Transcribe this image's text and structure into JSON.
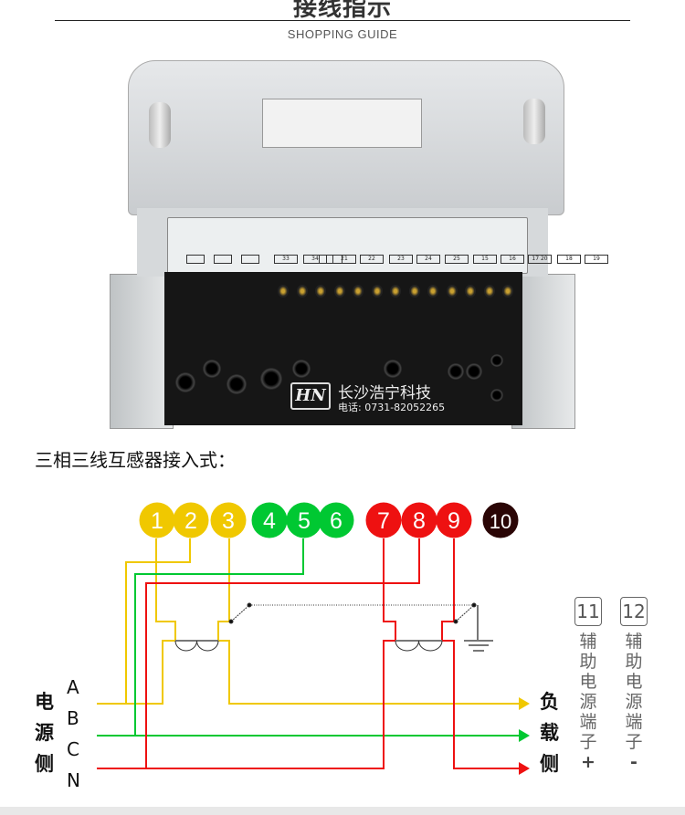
{
  "header": {
    "title": "接线指示",
    "subtitle": "SHOPPING GUIDE"
  },
  "photo": {
    "watermark": {
      "logo": "HN",
      "company": "长沙浩宁科技",
      "phone": "电话: 0731-82052265"
    },
    "terminal_numbers": [
      "33",
      "34",
      "",
      "21",
      "22",
      "23",
      "24",
      "25",
      "15",
      "16",
      "17 20",
      "18",
      "19"
    ]
  },
  "diagram": {
    "heading": "三相三线互感器接入式：",
    "terminals": [
      {
        "n": "1",
        "color": "#f0c800"
      },
      {
        "n": "2",
        "color": "#f0c800"
      },
      {
        "n": "3",
        "color": "#f0c800"
      },
      {
        "n": "4",
        "color": "#00c832"
      },
      {
        "n": "5",
        "color": "#00c832"
      },
      {
        "n": "6",
        "color": "#00c832"
      },
      {
        "n": "7",
        "color": "#ee1111"
      },
      {
        "n": "8",
        "color": "#ee1111"
      },
      {
        "n": "9",
        "color": "#ee1111"
      },
      {
        "n": "10",
        "color": "#2a0505"
      }
    ],
    "source_side": [
      "电",
      "源",
      "侧"
    ],
    "phases": [
      "A",
      "B",
      "C",
      "N"
    ],
    "load_side": [
      "负",
      "载",
      "侧"
    ],
    "aux": [
      {
        "n": "11",
        "label": [
          "辅",
          "助",
          "电",
          "源",
          "端",
          "子"
        ],
        "sign": "+"
      },
      {
        "n": "12",
        "label": [
          "辅",
          "助",
          "电",
          "源",
          "端",
          "子"
        ],
        "sign": "-"
      }
    ],
    "colors": {
      "yellow": "#f0c800",
      "green": "#00c832",
      "red": "#ee1111"
    }
  }
}
